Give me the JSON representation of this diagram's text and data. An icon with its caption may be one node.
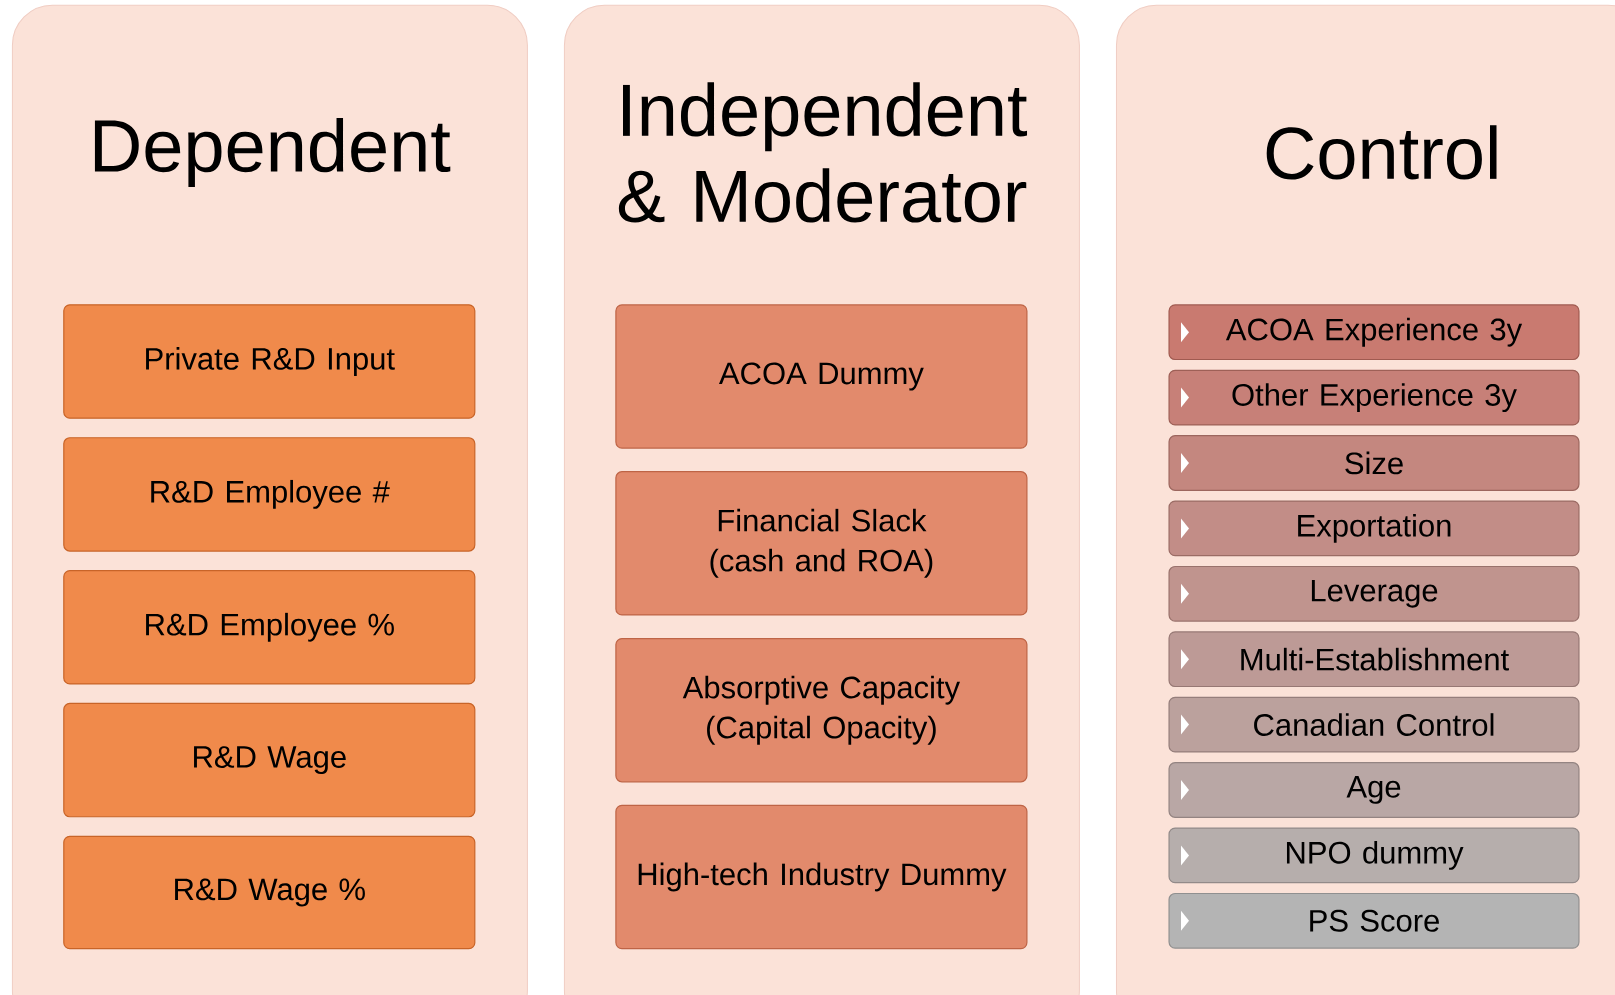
{
  "diagram": {
    "nodes": [
      {
        "text": [
          "Dependent"
        ]
      },
      {
        "text": [
          "Private R&D Input"
        ],
        "in": 0
      },
      {
        "text": [
          "R&D Employee #"
        ],
        "in": 0
      },
      {
        "text": [
          "R&D Employee %"
        ],
        "in": 0
      },
      {
        "text": [
          "R&D Wage"
        ],
        "in": 0
      },
      {
        "text": [
          "R&D Wage %"
        ],
        "in": 0
      },
      {
        "text": [
          "Independent & Moderator"
        ]
      },
      {
        "text": [
          "ACOA Dummy"
        ],
        "in": 6
      },
      {
        "text": [
          "Financial Slack (cash and ROA)"
        ],
        "in": 6
      },
      {
        "text": [
          "Absorptive Capacity (Capital Opacity)"
        ],
        "in": 6
      },
      {
        "text": [
          "High-tech Industry Dummy"
        ],
        "in": 6
      },
      {
        "text": [
          "Control"
        ]
      },
      {
        "text": [
          "ACOA Experience 3y"
        ],
        "in": 11
      },
      {
        "text": [
          "Other Experience 3y"
        ],
        "in": 11
      },
      {
        "text": [
          "Size"
        ],
        "in": 11
      },
      {
        "text": [
          "Exportation"
        ],
        "in": 11
      },
      {
        "text": [
          "Leverage"
        ],
        "in": 11
      },
      {
        "text": [
          "Multi-Establishment"
        ],
        "in": 11
      },
      {
        "text": [
          "Canadian Control"
        ],
        "in": 11
      },
      {
        "text": [
          "Age"
        ],
        "in": 11
      },
      {
        "text": [
          "NPO dummy"
        ],
        "in": 11
      },
      {
        "text": [
          "PS Score"
        ],
        "in": 11
      }
    ]
  }
}
